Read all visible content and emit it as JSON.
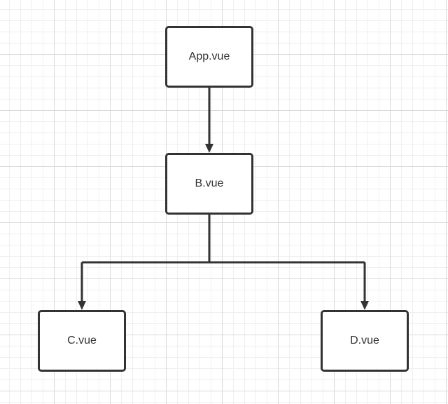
{
  "nodes": {
    "app": "App.vue",
    "b": "B.vue",
    "c": "C.vue",
    "d": "D.vue"
  },
  "edges": [
    {
      "from": "App.vue",
      "to": "B.vue"
    },
    {
      "from": "B.vue",
      "to": "C.vue"
    },
    {
      "from": "B.vue",
      "to": "D.vue"
    }
  ],
  "colors": {
    "stroke": "#333333",
    "background": "#ffffff",
    "grid": "#d9d9d9"
  }
}
